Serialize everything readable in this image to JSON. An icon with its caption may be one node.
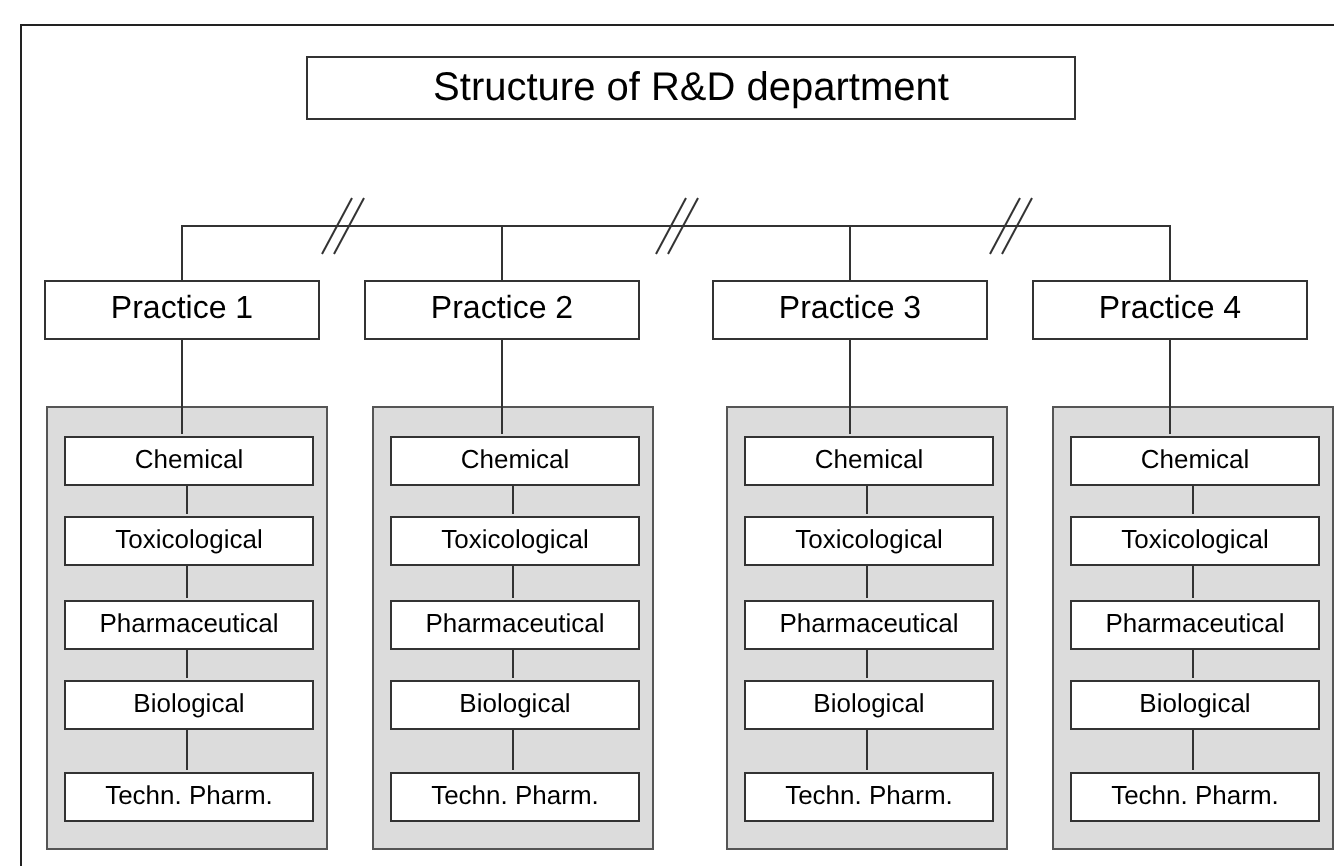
{
  "diagram": {
    "nodes": [
      {
        "text": [
          "Structure of R&D department"
        ]
      },
      {
        "text": [
          "Practice 1"
        ]
      },
      {
        "text": [
          "Practice 2"
        ]
      },
      {
        "text": [
          "Practice 3"
        ]
      },
      {
        "text": [
          "Practice 4"
        ]
      },
      {
        "text": [],
        "shape": "box"
      },
      {
        "text": [
          "Chemical"
        ],
        "in": 5
      },
      {
        "text": [
          "Toxicological"
        ],
        "in": 5
      },
      {
        "text": [
          "Pharmaceutical"
        ],
        "in": 5
      },
      {
        "text": [
          "Biological"
        ],
        "in": 5
      },
      {
        "text": [
          "Techn. Pharm."
        ],
        "in": 5
      },
      {
        "text": [],
        "shape": "box"
      },
      {
        "text": [
          "Chemical"
        ],
        "in": 11
      },
      {
        "text": [
          "Toxicological"
        ],
        "in": 11
      },
      {
        "text": [
          "Pharmaceutical"
        ],
        "in": 11
      },
      {
        "text": [
          "Biological"
        ],
        "in": 11
      },
      {
        "text": [
          "Techn. Pharm."
        ],
        "in": 11
      },
      {
        "text": [],
        "shape": "box"
      },
      {
        "text": [
          "Chemical"
        ],
        "in": 17
      },
      {
        "text": [
          "Toxicological"
        ],
        "in": 17
      },
      {
        "text": [
          "Pharmaceutical"
        ],
        "in": 17
      },
      {
        "text": [
          "Biological"
        ],
        "in": 17
      },
      {
        "text": [
          "Techn. Pharm."
        ],
        "in": 17
      },
      {
        "text": [],
        "shape": "box"
      },
      {
        "text": [
          "Chemical"
        ],
        "in": 23
      },
      {
        "text": [
          "Toxicological"
        ],
        "in": 23
      },
      {
        "text": [
          "Pharmaceutical"
        ],
        "in": 23
      },
      {
        "text": [
          "Biological"
        ],
        "in": 23
      },
      {
        "text": [
          "Techn. Pharm."
        ],
        "in": 23
      }
    ],
    "edges": [
      {
        "from": 1,
        "to": 2,
        "arrow": "none"
      },
      {
        "from": 2,
        "to": 3,
        "arrow": "none"
      },
      {
        "from": 3,
        "to": 4,
        "arrow": "none"
      },
      {
        "from": 1,
        "to": 6,
        "arrow": "none"
      },
      {
        "from": 6,
        "to": 7,
        "arrow": "none"
      },
      {
        "from": 7,
        "to": 8,
        "arrow": "none"
      },
      {
        "from": 8,
        "to": 9,
        "arrow": "none"
      },
      {
        "from": 9,
        "to": 10,
        "arrow": "none"
      },
      {
        "from": 2,
        "to": 12,
        "arrow": "none"
      },
      {
        "from": 12,
        "to": 13,
        "arrow": "none"
      },
      {
        "from": 13,
        "to": 14,
        "arrow": "none"
      },
      {
        "from": 14,
        "to": 15,
        "arrow": "none"
      },
      {
        "from": 15,
        "to": 16,
        "arrow": "none"
      },
      {
        "from": 3,
        "to": 18,
        "arrow": "none"
      },
      {
        "from": 18,
        "to": 19,
        "arrow": "none"
      },
      {
        "from": 19,
        "to": 20,
        "arrow": "none"
      },
      {
        "from": 20,
        "to": 21,
        "arrow": "none"
      },
      {
        "from": 21,
        "to": 22,
        "arrow": "none"
      },
      {
        "from": 4,
        "to": 24,
        "arrow": "none"
      },
      {
        "from": 24,
        "to": 25,
        "arrow": "none"
      },
      {
        "from": 25,
        "to": 26,
        "arrow": "none"
      },
      {
        "from": 26,
        "to": 27,
        "arrow": "none"
      },
      {
        "from": 27,
        "to": 28,
        "arrow": "none"
      }
    ]
  }
}
